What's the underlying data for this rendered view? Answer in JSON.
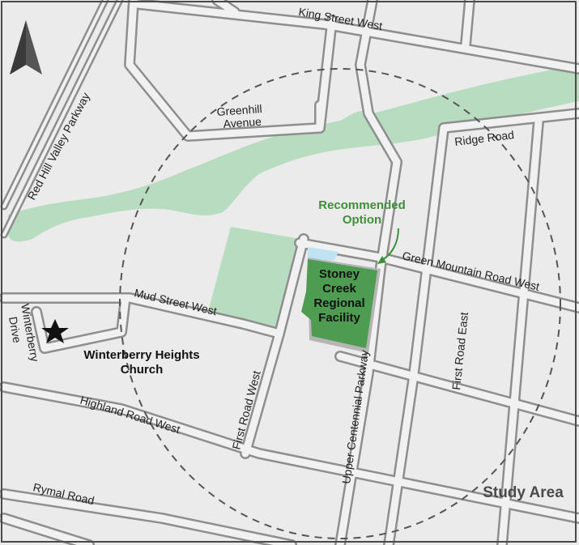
{
  "map": {
    "study_area_label": "Study Area",
    "recommended_label": [
      "Recommended",
      "Option"
    ],
    "facility_label": [
      "Stoney",
      "Creek",
      "Regional",
      "Facility"
    ],
    "church_label": [
      "Winterberry Heights",
      "Church"
    ],
    "streets": {
      "king": "King Street West",
      "greenhill": [
        "Greenhill",
        "Avenue"
      ],
      "ridge": "Ridge Road",
      "redhill": "Red Hill Valley Parkway",
      "green_mountain": "Green Mountain Road West",
      "mud": "Mud Street West",
      "winterberry": [
        "Winterberry",
        "Drive"
      ],
      "first_west": "First Road West",
      "upper_centennial": "Upper Centennial Parkway",
      "first_east": "First Road East",
      "highland": "Highland Road West",
      "rymal": "Rymal Road"
    },
    "icons": {
      "north": "north-arrow-icon",
      "church": "star-icon"
    },
    "colors": {
      "background": "#ebebeb",
      "road": "#f1f1f1",
      "road_edge": "#8e8e8e",
      "park": "#b8dcc0",
      "facility": "#4e9c51",
      "water": "#bfe3f2",
      "recommended_text": "#3e8f3a"
    }
  }
}
